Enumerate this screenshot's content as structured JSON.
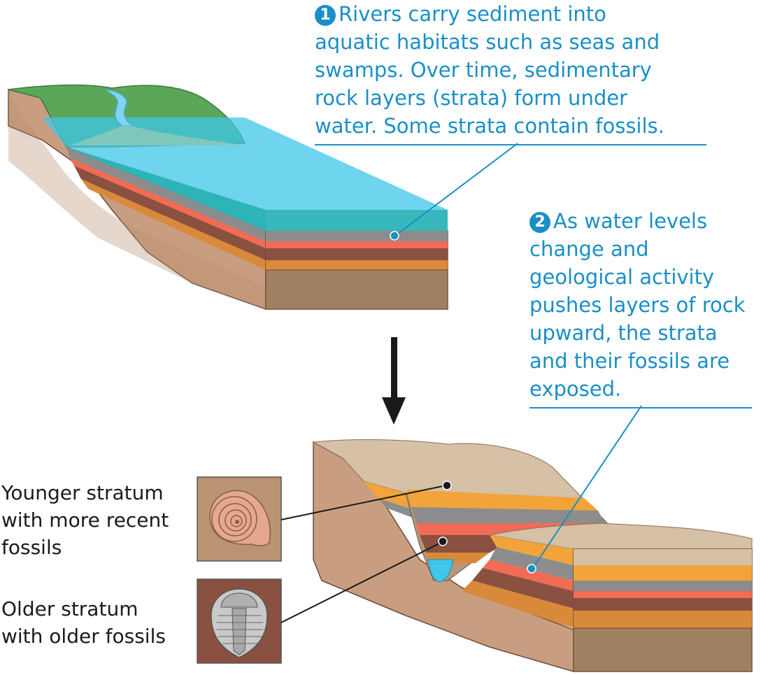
{
  "step1": {
    "number": "1",
    "lines": [
      "Rivers carry sediment into",
      "aquatic habitats such as seas and",
      "swamps. Over time, sedimentary",
      "rock layers (strata) form under",
      "water. Some strata contain fossils."
    ]
  },
  "step2": {
    "number": "2",
    "lines": [
      "As water levels",
      "change and",
      "geological activity",
      "pushes layers of rock",
      "upward, the strata",
      "and their fossils are",
      "exposed."
    ]
  },
  "younger": {
    "lines": [
      "Younger stratum",
      "with more recent",
      "fossils"
    ]
  },
  "older": {
    "lines": [
      "Older stratum",
      "with older fossils"
    ]
  },
  "colors": {
    "caption_blue": "#1a8fc6",
    "water": "#2fb3b6",
    "rock_gray": "#8c8c8c",
    "rock_red": "#f26b55",
    "rock_brown": "#8a5040",
    "rock_orange": "#f2a43a",
    "soil": "#c4a07e"
  }
}
